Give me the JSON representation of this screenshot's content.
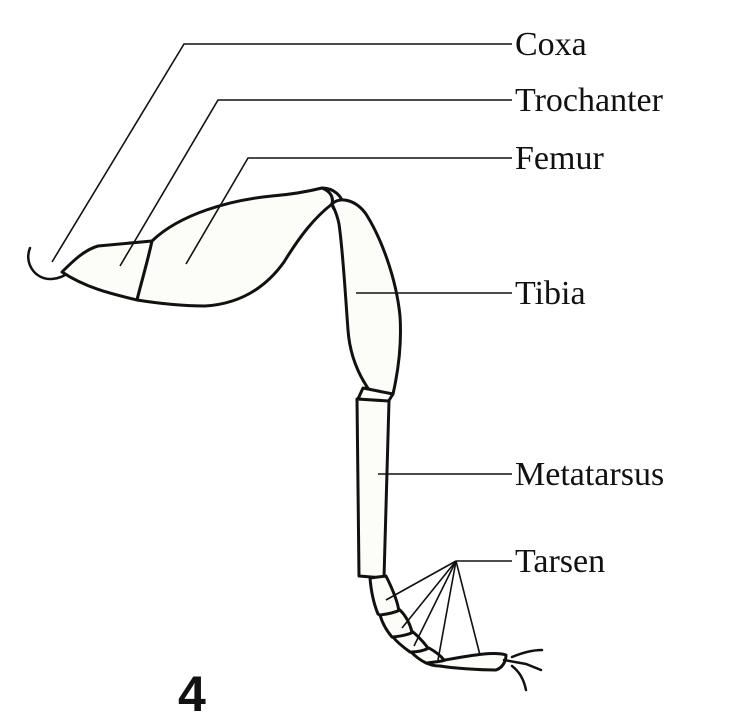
{
  "labels": {
    "coxa": "Coxa",
    "trochanter": "Trochanter",
    "femur": "Femur",
    "tibia": "Tibia",
    "metatarsus": "Metatarsus",
    "tarsen": "Tarsen"
  },
  "figure_number": "4",
  "colors": {
    "line": "#111111",
    "fill": "#fcfcf8",
    "background": "#ffffff"
  }
}
